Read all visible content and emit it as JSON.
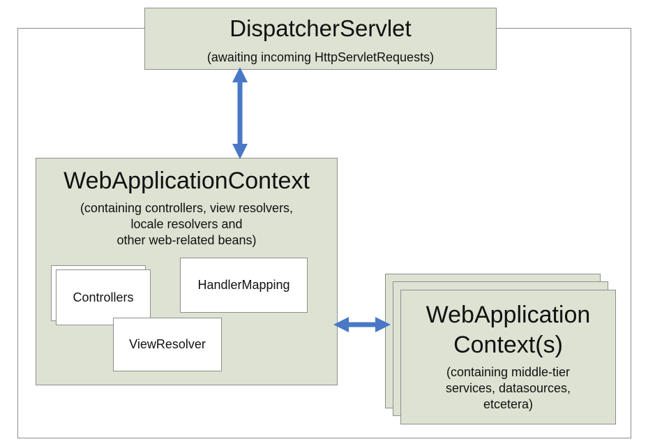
{
  "dispatcher": {
    "title": "DispatcherServlet",
    "subtitle": "(awaiting incoming HttpServletRequests)"
  },
  "web_context": {
    "title": "WebApplicationContext",
    "description": "(containing controllers, view resolvers,\nlocale resolvers and\nother web-related beans)",
    "components": {
      "controllers": "Controllers",
      "handler_mapping": "HandlerMapping",
      "view_resolver": "ViewResolver"
    }
  },
  "root_contexts": {
    "title": "WebApplication\nContext(s)",
    "description": "(containing middle-tier\nservices, datasources,\netcetera)"
  },
  "colors": {
    "box_fill": "#dde2d2",
    "box_border": "#8e8e8e",
    "arrow": "#4a78c7"
  }
}
